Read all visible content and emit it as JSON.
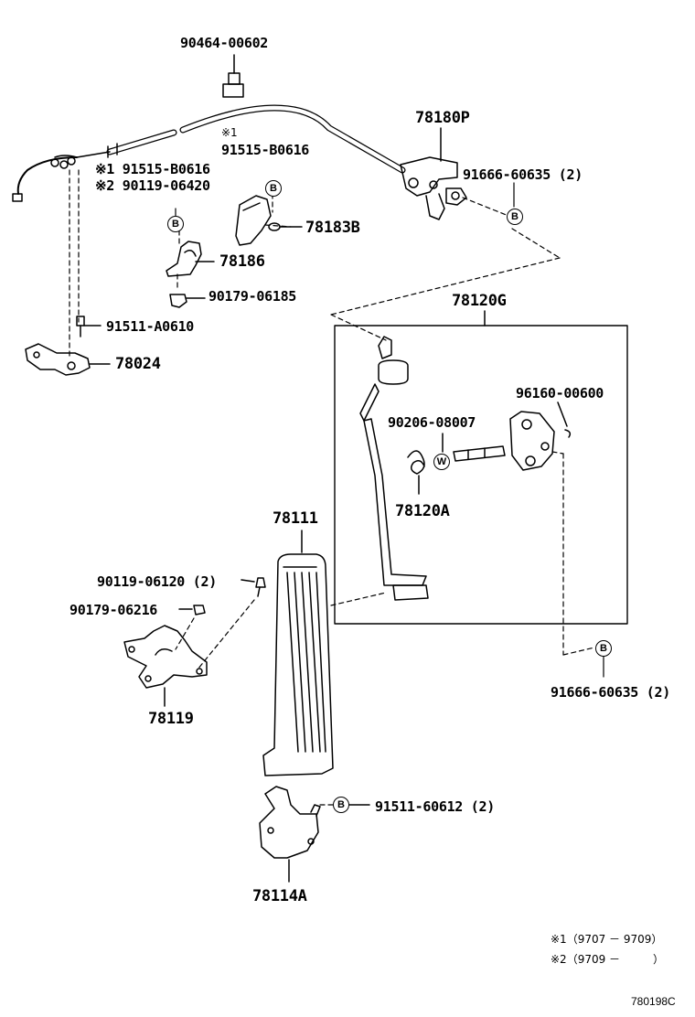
{
  "diagram": {
    "parts": {
      "p90464": "90464-00602",
      "p78180P": "78180P",
      "mark1": "※1",
      "p91515_top": "91515-B0616",
      "p91666_top": "91666-60635 (2)",
      "note1_line": "※1 91515-B0616",
      "note2_line": "※2 90119-06420",
      "p78183B": "78183B",
      "p78186": "78186",
      "p90179_06185": "90179-06185",
      "p91511_A0610": "91511-A0610",
      "p78024": "78024",
      "p78120G": "78120G",
      "p96160": "96160-00600",
      "p90206": "90206-08007",
      "p78120A": "78120A",
      "p78111": "78111",
      "p90119_06120": "90119-06120 (2)",
      "p90179_06216": "90179-06216",
      "p78119": "78119",
      "p91666_bottom": "91666-60635 (2)",
      "p91511_60612": "91511-60612 (2)",
      "p78114A": "78114A"
    },
    "badges": {
      "B": "B",
      "W": "W"
    },
    "notes": {
      "n1": "※1（9707 － 9709）",
      "n2": "※2（9709 －　　　）"
    },
    "figure_code": "780198C"
  }
}
